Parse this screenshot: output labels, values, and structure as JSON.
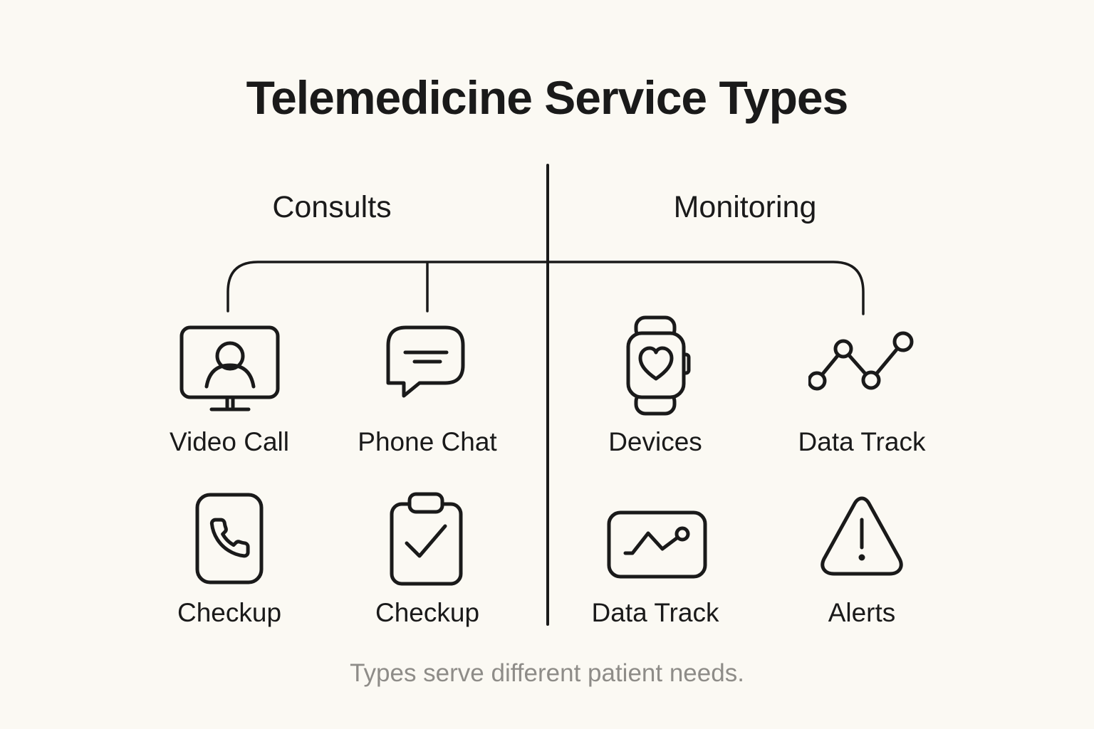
{
  "title": "Telemedicine Service Types",
  "caption": "Types serve different patient needs.",
  "colors": {
    "background": "#FBF9F3",
    "ink": "#1A1A1A",
    "muted": "#8E8C88"
  },
  "branches": [
    {
      "label": "Consults",
      "items": [
        {
          "label": "Video Call",
          "icon": "video-call-monitor-icon"
        },
        {
          "label": "Phone Chat",
          "icon": "chat-bubble-icon"
        },
        {
          "label": "Checkup",
          "icon": "phone-card-icon"
        },
        {
          "label": "Checkup",
          "icon": "clipboard-check-icon"
        }
      ]
    },
    {
      "label": "Monitoring",
      "items": [
        {
          "label": "Devices",
          "icon": "smartwatch-heart-icon"
        },
        {
          "label": "Data Track",
          "icon": "trend-dots-icon"
        },
        {
          "label": "Data Track",
          "icon": "chart-card-icon"
        },
        {
          "label": "Alerts",
          "icon": "alert-triangle-icon"
        }
      ]
    }
  ]
}
